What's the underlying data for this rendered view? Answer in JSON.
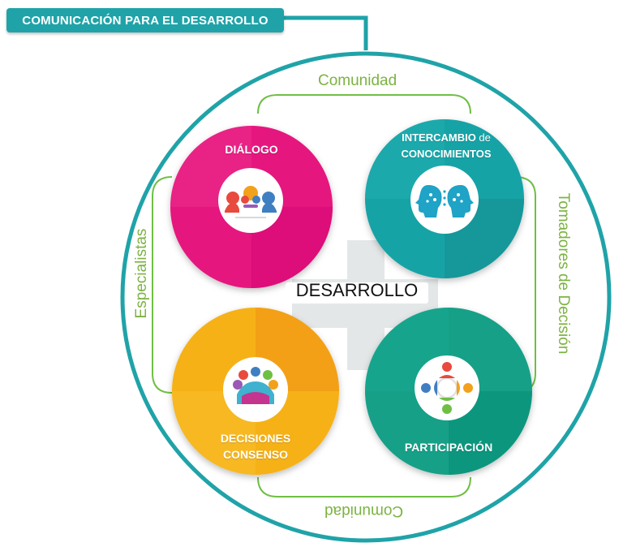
{
  "title": "COMUNICACIÓN PARA EL DESARROLLO",
  "center": "DESARROLLO",
  "colors": {
    "frame": "#1fa3a8",
    "connector": "#6fbf44",
    "label_green": "#7cb342",
    "dialogo": "#e6157f",
    "intercambio": "#17a3a6",
    "decisiones": "#f6b119",
    "participacion": "#14a087"
  },
  "circles": {
    "dialogo": {
      "label": "DIÁLOGO",
      "icon": "dialogue-people-icon"
    },
    "intercambio": {
      "label_bold_1": "INTERCAMBIO",
      "label_light": " de",
      "label_bold_2": "CONOCIMIENTOS",
      "icon": "knowledge-exchange-heads-icon"
    },
    "decisiones": {
      "label_line1": "DECISIONES",
      "label_line2": "CONSENSO",
      "icon": "group-consensus-icon"
    },
    "participacion": {
      "label": "PARTICIPACIÓN",
      "icon": "participation-circle-people-icon"
    }
  },
  "edges": {
    "top": "Comunidad",
    "bottom": "Comunidad",
    "left": "Especialistas",
    "right": "Tomadores de Decisión"
  }
}
